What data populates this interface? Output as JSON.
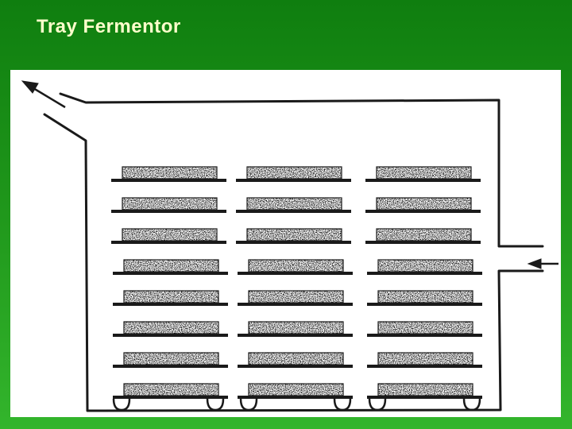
{
  "slide": {
    "title": "Tray Fermentor"
  },
  "colors": {
    "background_top": "#0f7e0f",
    "background_bottom": "#33b52c",
    "title": "#ffffcc",
    "panel": "#ffffff",
    "ink": "#1a1a1a"
  },
  "diagram": {
    "kind": "tray fermentor schematic",
    "tray_columns": 3,
    "tray_rows": 8,
    "air_inlet_side": "right",
    "air_outlet_side": "top-left",
    "icons": [
      "air-outlet-arrow-icon",
      "air-inlet-arrow-icon"
    ]
  }
}
